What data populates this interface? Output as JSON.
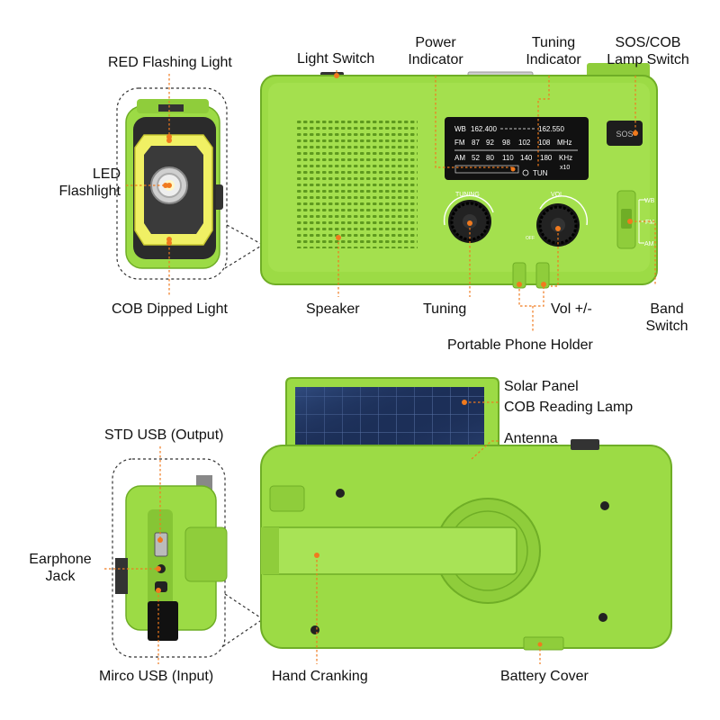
{
  "labels": {
    "red_flashing_light": "RED Flashing Light",
    "light_switch": "Light Switch",
    "power_indicator": [
      "Power",
      "Indicator"
    ],
    "tuning_indicator": [
      "Tuning",
      "Indicator"
    ],
    "sos_cob_lamp_switch": [
      "SOS/COB",
      "Lamp Switch"
    ],
    "led_flashlight": [
      "LED",
      "Flashlight"
    ],
    "cob_dipped_light": "COB Dipped Light",
    "speaker": "Speaker",
    "tuning": "Tuning",
    "vol": "Vol +/-",
    "portable_phone_holder": "Portable Phone Holder",
    "band_switch": [
      "Band",
      "Switch"
    ],
    "solar_panel": "Solar Panel",
    "cob_reading_lamp": "COB Reading Lamp",
    "antenna": "Antenna",
    "std_usb": "STD USB (Output)",
    "earphone_jack": [
      "Earphone",
      "Jack"
    ],
    "micro_usb": "Mirco USB (Input)",
    "hand_cranking": "Hand Cranking",
    "battery_cover": "Battery Cover"
  },
  "dial": {
    "wb": "WB",
    "wb_start": "162.400",
    "wb_end": "162.550",
    "fm": "FM",
    "fm_ticks": [
      "87",
      "92",
      "98",
      "102",
      "108"
    ],
    "fm_unit": "MHz",
    "am": "AM",
    "am_ticks": [
      "52",
      "80",
      "110",
      "140",
      "180"
    ],
    "am_unit": "KHz",
    "multiplier": "x10",
    "tun": "TUN"
  },
  "knobs": {
    "tuning": "TUNING",
    "vol": "VOL",
    "off": "OFF"
  },
  "band_marks": [
    "WB",
    "FM",
    "AM"
  ],
  "sos_button": "SOS",
  "colors": {
    "body_green": "#9cdb45",
    "body_dark": "#6fae26",
    "body_light": "#b5ea62",
    "callout": "#f07a1e",
    "dial_bg": "#111111"
  }
}
